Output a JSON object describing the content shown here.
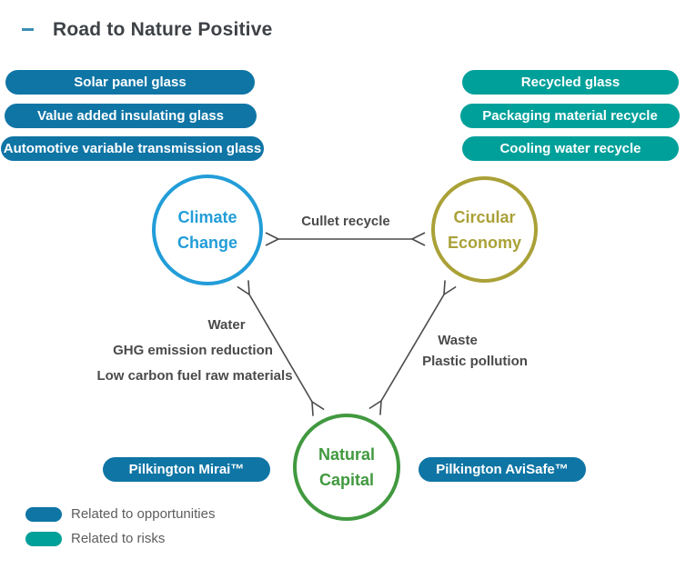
{
  "title": "Road to Nature Positive",
  "opportunity_pills": [
    "Solar panel glass",
    "Value added insulating glass",
    "Automotive variable transmission glass"
  ],
  "risk_pills": [
    "Recycled glass",
    "Packaging material recycle",
    "Cooling water recycle"
  ],
  "nodes": {
    "climate_change": {
      "line1": "Climate",
      "line2": "Change",
      "color": "#229dd8"
    },
    "circular_economy": {
      "line1": "Circular",
      "line2": "Economy",
      "color": "#aaa138"
    },
    "natural_capital": {
      "line1": "Natural",
      "line2": "Capital",
      "color": "#41993f"
    }
  },
  "connections": {
    "cullet_label": "Cullet recycle",
    "climate_natural_labels": [
      "Water",
      "GHG emission reduction",
      "Low carbon fuel raw materials"
    ],
    "economy_natural_labels": [
      "Waste",
      "Plastic pollution"
    ],
    "arrow_color": "#4a4a4a"
  },
  "product_pills": {
    "left": "Pilkington Mirai™",
    "right": "Pilkington AviSafe™"
  },
  "legend": {
    "opportunities": {
      "label": "Related to opportunities",
      "color": "#0f75a5"
    },
    "risks": {
      "label": "Related to risks",
      "color": "#00a09a"
    }
  }
}
